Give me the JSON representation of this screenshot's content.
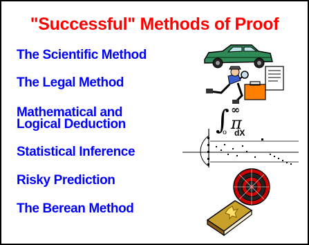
{
  "title": "\"Successful\" Methods of Proof",
  "methods": [
    {
      "line1": "The Scientific Method",
      "line2": ""
    },
    {
      "line1": "The Legal Method",
      "line2": ""
    },
    {
      "line1": "Mathematical and",
      "line2": "Logical Deduction"
    },
    {
      "line1": "Statistical Inference",
      "line2": ""
    },
    {
      "line1": "Risky Prediction",
      "line2": ""
    },
    {
      "line1": "The Berean Method",
      "line2": ""
    }
  ],
  "math_symbols": {
    "integral": "∫",
    "subscript": "o",
    "infinity": "∞",
    "pi": "π"
  },
  "stat_label": "dX",
  "colors": {
    "title": "#ff0000",
    "method_text": "#0000ff",
    "car": "#2e8b57",
    "dartboard_red": "#cc0000"
  }
}
